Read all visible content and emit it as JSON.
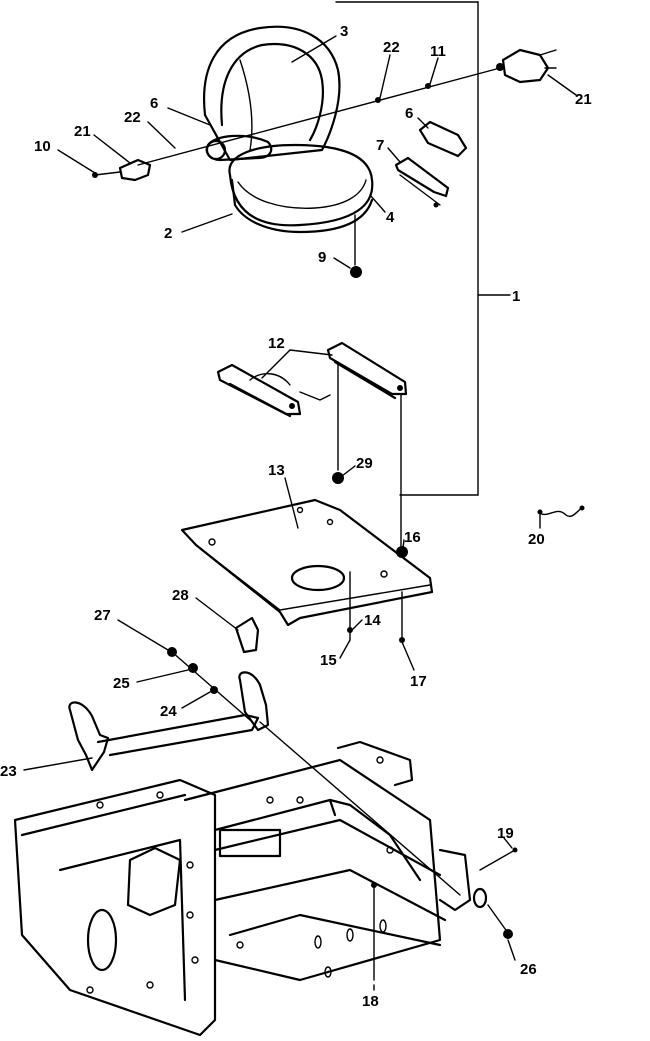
{
  "callouts": {
    "c1": "1",
    "c2": "2",
    "c3": "3",
    "c4": "4",
    "c6a": "6",
    "c6b": "6",
    "c7": "7",
    "c9": "9",
    "c10": "10",
    "c11": "11",
    "c12": "12",
    "c13": "13",
    "c14": "14",
    "c15": "15",
    "c16": "16",
    "c17": "17",
    "c18": "18",
    "c19": "19",
    "c20": "20",
    "c21a": "21",
    "c21b": "21",
    "c22a": "22",
    "c22b": "22",
    "c23": "23",
    "c24": "24",
    "c25": "25",
    "c26": "26",
    "c27": "27",
    "c28": "28",
    "c29": "29"
  }
}
